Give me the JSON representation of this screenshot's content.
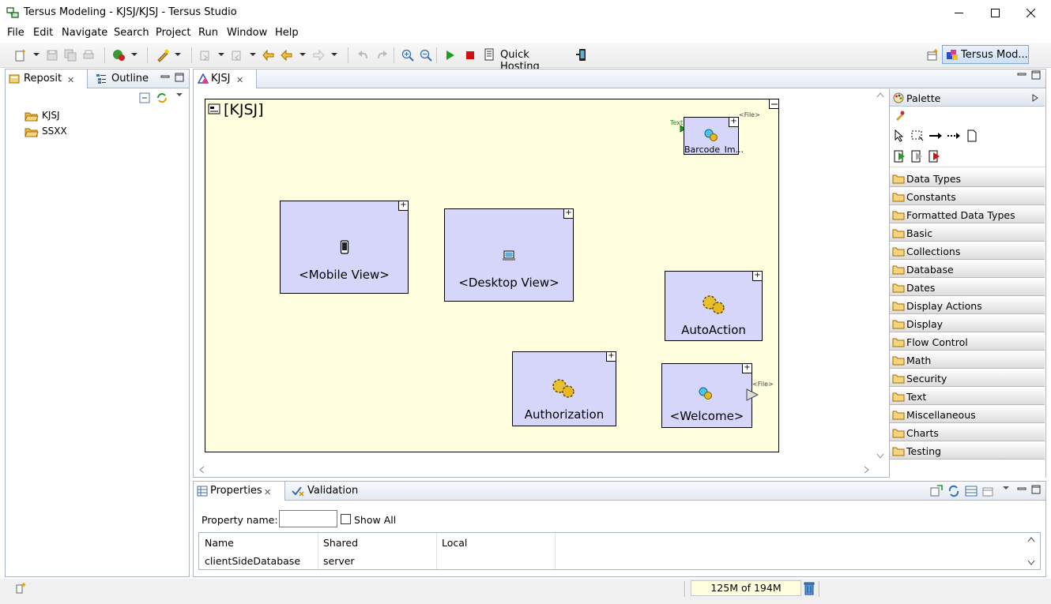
{
  "window": {
    "title": "Tersus Modeling - KJSJ/KJSJ - Tersus Studio"
  },
  "menu": [
    "File",
    "Edit",
    "Navigate",
    "Search",
    "Project",
    "Run",
    "Window",
    "Help"
  ],
  "toolbar": {
    "quick_hosting": "Quick Hosting",
    "perspective": "Tersus Mod..."
  },
  "repository": {
    "tabs": [
      {
        "label": "Reposit"
      },
      {
        "label": "Outline"
      }
    ],
    "items": [
      "KJSJ",
      "SSXX"
    ]
  },
  "editor": {
    "tab": "KJSJ",
    "diagram_title": "[KJSJ]",
    "nodes": {
      "barcode": {
        "label": "Barcode_Im...",
        "input_tag": "Text",
        "output_tag": "<File>"
      },
      "mobile": {
        "label": "<Mobile View>"
      },
      "desktop": {
        "label": "<Desktop View>"
      },
      "autoaction": {
        "label": "AutoAction"
      },
      "authorization": {
        "label": "Authorization"
      },
      "welcome": {
        "label": "<Welcome>",
        "output_tag": "<File>"
      }
    }
  },
  "palette": {
    "title": "Palette",
    "categories": [
      "Data Types",
      "Constants",
      "Formatted Data Types",
      "Basic",
      "Collections",
      "Database",
      "Dates",
      "Display Actions",
      "Display",
      "Flow Control",
      "Math",
      "Security",
      "Text",
      "Miscellaneous",
      "Charts",
      "Testing"
    ]
  },
  "properties": {
    "tabs": [
      {
        "label": "Properties"
      },
      {
        "label": "Validation"
      }
    ],
    "property_name_label": "Property name:",
    "property_name_value": "",
    "show_all_label": "Show All",
    "columns": [
      "Name",
      "Shared",
      "Local"
    ],
    "rows": [
      {
        "name": "clientSideDatabase",
        "shared": "server",
        "local": ""
      }
    ]
  },
  "status": {
    "memory": "125M of 194M"
  },
  "colors": {
    "node_fill": "#d6d6fa",
    "diagram_fill": "#ffffe0",
    "folder": "#e8b84a",
    "run_green": "#1aa01a",
    "stop_red": "#d01010"
  }
}
